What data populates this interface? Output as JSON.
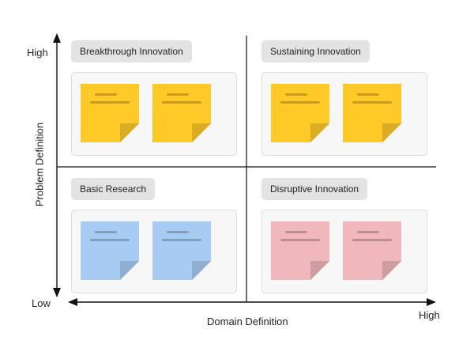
{
  "axes": {
    "y_title": "Problem Definition",
    "x_title": "Domain Definition",
    "y_high": "High",
    "y_low": "Low",
    "x_high": "High"
  },
  "quadrants": {
    "top_left": {
      "label": "Breakthrough Innovation",
      "note_color": "#FFCA28"
    },
    "top_right": {
      "label": "Sustaining Innovation",
      "note_color": "#FFCA28"
    },
    "bottom_left": {
      "label": "Basic Research",
      "note_color": "#A8CBF4"
    },
    "bottom_right": {
      "label": "Disruptive Innovation",
      "note_color": "#F0B7BD"
    }
  },
  "colors": {
    "axis": "#111111",
    "label_bg": "#e3e3e3",
    "panel_bg": "#f7f7f7"
  }
}
